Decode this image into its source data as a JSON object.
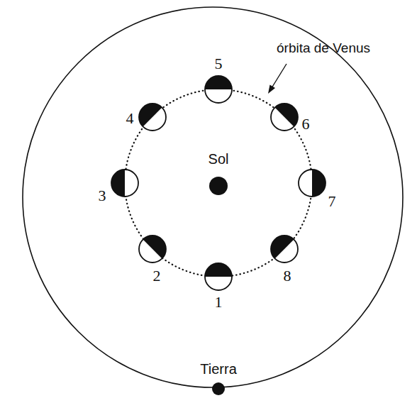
{
  "diagram": {
    "nodes": [
      {
        "text": [
          "5"
        ]
      },
      {
        "text": [
          "4"
        ]
      },
      {
        "text": [
          "6"
        ]
      },
      {
        "text": [
          "Sol"
        ]
      },
      {
        "text": [
          "3"
        ]
      },
      {
        "text": [
          "7"
        ]
      },
      {
        "text": [
          "2"
        ]
      },
      {
        "text": [
          "8"
        ]
      },
      {
        "text": [
          "1"
        ]
      },
      {
        "text": [
          "Tierra"
        ]
      }
    ],
    "labels": [
      "órbita de Venus"
    ]
  }
}
